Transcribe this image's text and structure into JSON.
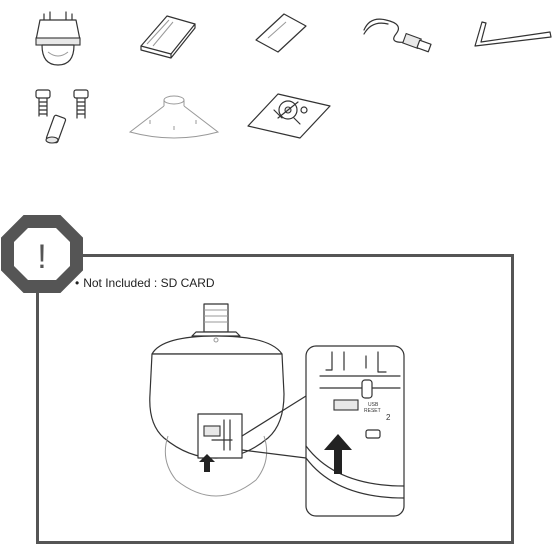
{
  "components": [
    {
      "id": "camera-dome",
      "icon": "camera-dome-icon"
    },
    {
      "id": "manual-booklet",
      "icon": "booklet-icon"
    },
    {
      "id": "quick-guide",
      "icon": "guide-sheet-icon"
    },
    {
      "id": "cable",
      "icon": "cable-icon"
    },
    {
      "id": "l-wrench",
      "icon": "l-wrench-icon"
    },
    {
      "id": "screws",
      "icon": "screws-icon"
    },
    {
      "id": "rain-cover",
      "icon": "rain-cover-icon"
    },
    {
      "id": "template-sheet",
      "icon": "template-sheet-icon"
    }
  ],
  "notice": {
    "symbol": "!",
    "bullet": "•",
    "text": "Not Included : SD CARD",
    "colors": {
      "frame": "#555555",
      "warning_fill": "#555555",
      "warning_symbol": "#ffffff"
    }
  },
  "detail": {
    "slot_label_1": "USB",
    "slot_label_2": "RESET",
    "slot_number": "2"
  }
}
